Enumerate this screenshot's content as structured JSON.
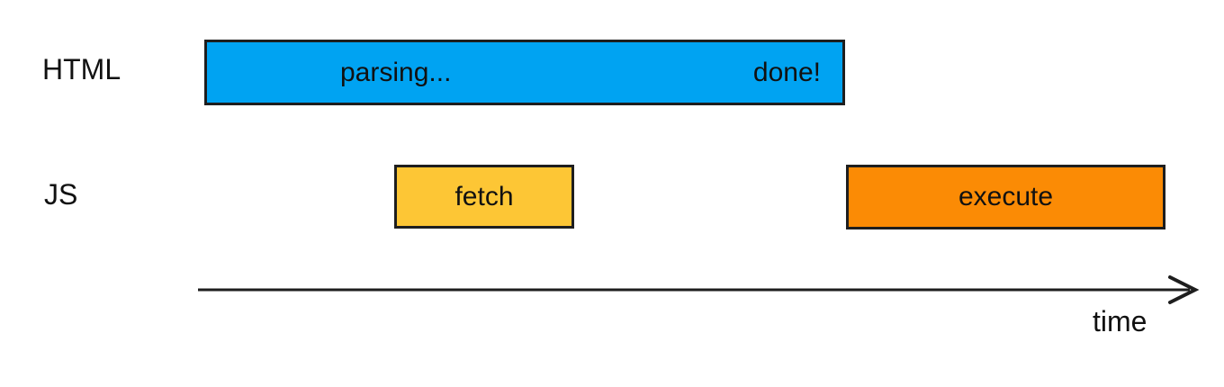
{
  "palette": {
    "parsing_bar": "#00A3F2",
    "fetch_bar": "#FDC635",
    "execute_bar": "#FB8B05",
    "border": "#1E1E1E",
    "text": "#111111"
  },
  "rows": [
    {
      "label": "HTML"
    },
    {
      "label": "JS"
    }
  ],
  "bars": {
    "parsing": {
      "label_left": "parsing...",
      "label_right": "done!"
    },
    "fetch": {
      "label": "fetch"
    },
    "execute": {
      "label": "execute"
    }
  },
  "axis": {
    "label": "time"
  }
}
